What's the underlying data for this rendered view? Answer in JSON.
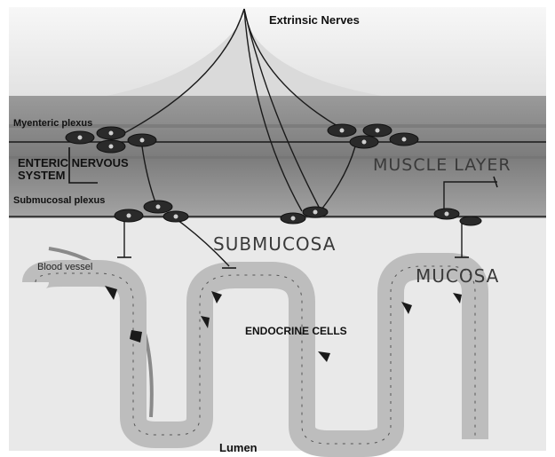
{
  "labels": {
    "extrinsic_nerves": "Extrinsic Nerves",
    "myenteric_plexus": "Myenteric plexus",
    "enteric_nervous_1": "ENTERIC NERVOUS",
    "enteric_nervous_2": "SYSTEM",
    "submucosal_plexus": "Submucosal plexus",
    "muscle_layer": "MUSCLE LAYER",
    "submucosa": "SUBMUCOSA",
    "mucosa": "MUCOSA",
    "blood_vessel": "Blood vessel",
    "endocrine_cells": "ENDOCRINE CELLS",
    "lumen": "Lumen"
  },
  "colors": {
    "muscle": "#8e8e8e",
    "submucosa": "#e6e6e6",
    "epithelium": "#c9c9c9",
    "neuron": "#2a2a2a"
  }
}
